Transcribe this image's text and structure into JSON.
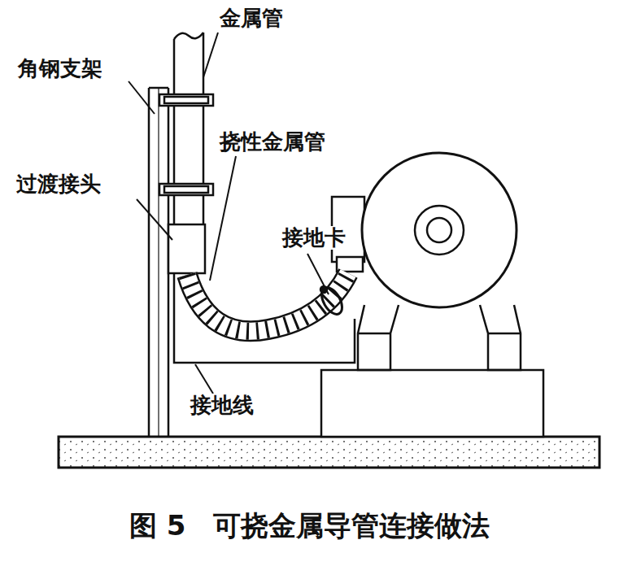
{
  "diagram": {
    "caption": "图 5　可挠金属导管连接做法",
    "labels": [
      "金属管",
      "角钢支架",
      "挠性金属管",
      "过渡接头",
      "接地卡",
      "接地线"
    ]
  }
}
